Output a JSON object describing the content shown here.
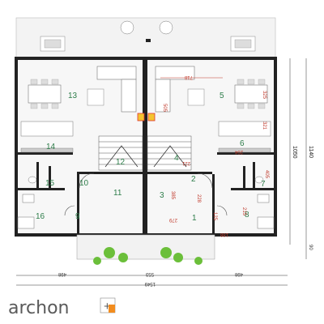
{
  "rooms": {
    "r1": "1",
    "r2": "2",
    "r3": "3",
    "r4": "4",
    "r5": "5",
    "r6": "6",
    "r7": "7",
    "r8": "8",
    "r9": "9",
    "r10": "10",
    "r11": "11",
    "r12": "12",
    "r13": "13",
    "r14": "14",
    "r15": "15",
    "r16": "16"
  },
  "inner_dims": {
    "d_718": "718",
    "d_505": "505",
    "d_325": "325",
    "d_321": "321",
    "d_405": "405",
    "d_204": "204",
    "d_221": "221",
    "d_385": "385",
    "d_279": "279",
    "d_228": "228",
    "d_125": "125",
    "d_215": "215",
    "d_188": "188"
  },
  "outer_dims": {
    "bottom_left": "498",
    "bottom_mid": "553",
    "bottom_right": "498",
    "bottom_total": "1549",
    "right_main": "1050",
    "right_total": "1140",
    "right_small": "90"
  },
  "brand": {
    "name": "archon",
    "suffix": "+"
  },
  "colors": {
    "wall": "#222222",
    "room_label": "#2e7d4a",
    "dim_red": "#c0392b",
    "plant": "#6bbf3a",
    "accent_red": "#d33"
  }
}
